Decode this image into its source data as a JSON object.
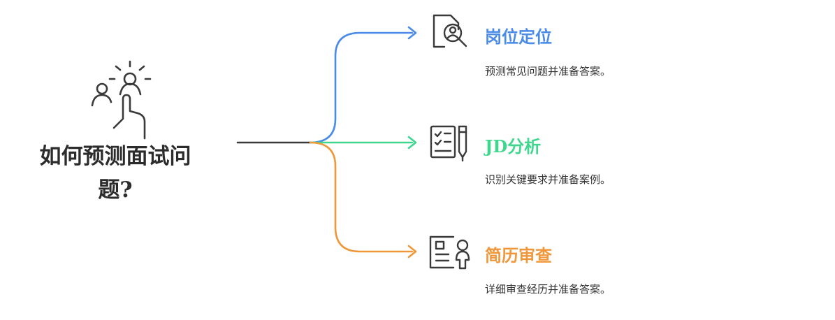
{
  "root": {
    "title": "如何预测面试问题?"
  },
  "colors": {
    "dark": "#3a3a3a",
    "blue": "#4a8ae8",
    "green": "#3fd78e",
    "orange": "#f0973a"
  },
  "branches": [
    {
      "title": "岗位定位",
      "description": "预测常见问题并准备答案。",
      "icon": "person-search-icon",
      "color": "#4a8ae8"
    },
    {
      "title": "JD分析",
      "description": "识别关键要求并准备案例。",
      "icon": "checklist-pen-icon",
      "color": "#3fd78e"
    },
    {
      "title": "简历审查",
      "description": "详细审查经历并准备答案。",
      "icon": "resume-person-icon",
      "color": "#f0973a"
    }
  ]
}
